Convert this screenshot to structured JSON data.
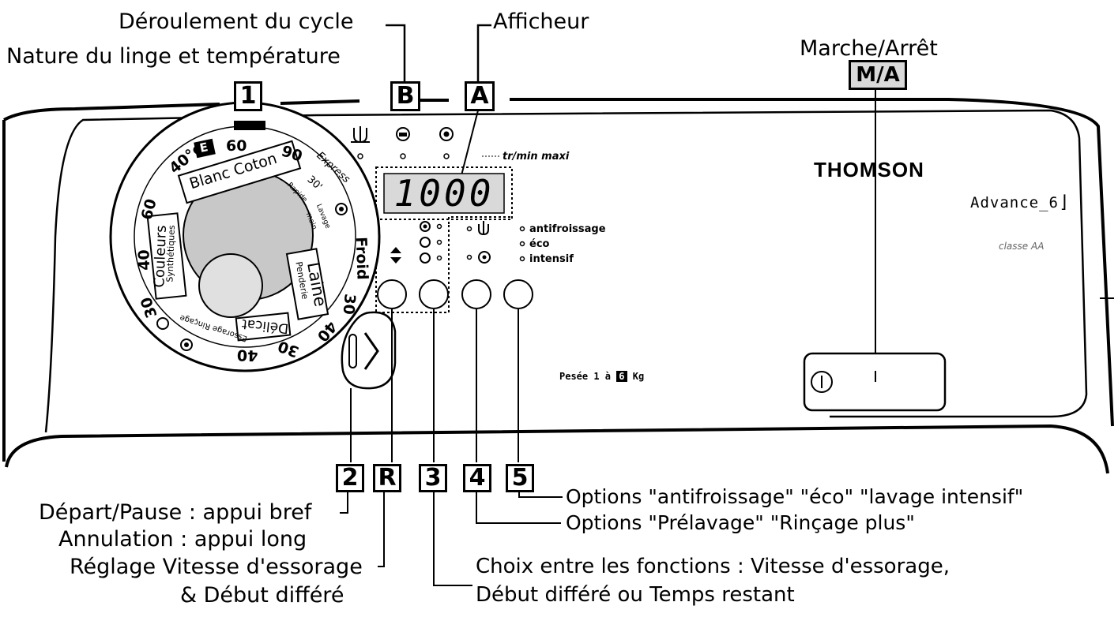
{
  "callouts": {
    "cycle": "Déroulement du cycle",
    "linen": "Nature du linge et température",
    "display": "Afficheur",
    "onoff": "Marche/Arrêt",
    "start_pause": "Départ/Pause : appui bref",
    "cancel": "Annulation : appui long",
    "spin_set_1": "Réglage Vitesse d'essorage",
    "spin_set_2": "& Début différé",
    "options5": "Options \"antifroissage\" \"éco\" \"lavage intensif\"",
    "options4": "Options \"Prélavage\" \"Rinçage plus\"",
    "choice_1": "Choix entre les fonctions : Vitesse d'essorage,",
    "choice_2": "Début différé ou Temps restant"
  },
  "markers": {
    "one": "1",
    "b": "B",
    "a": "A",
    "ma": "M/A",
    "two": "2",
    "r": "R",
    "three": "3",
    "four": "4",
    "five": "5"
  },
  "panel": {
    "brand": "THOMSON",
    "model": "Advance_6",
    "class_label": "classe AA",
    "display_value": "1000",
    "spin_unit": "tr/min maxi",
    "option_labels": [
      "antifroissage",
      "éco",
      "intensif"
    ],
    "weigh_label_1": "Pesée",
    "weigh_label_2": "1 à",
    "weigh_value": "6",
    "weigh_unit": "Kg"
  },
  "dial": {
    "e_badge": "E",
    "temps": {
      "t40c": "40°c",
      "t60": "60",
      "t90": "90",
      "c60": "60",
      "c40": "40",
      "c30": "30",
      "w30": "30",
      "w40": "40",
      "d30": "30",
      "d40": "40"
    },
    "programs": {
      "blanc_coton": "Blanc Coton",
      "express_1": "Express",
      "express_2": "30'",
      "rapide": "Rapide",
      "lavage_main_1": "Lavage",
      "lavage_main_2": "main",
      "froid": "Froid",
      "laine_1": "Laine",
      "laine_2": "Penderie",
      "couleurs_1": "Couleurs",
      "couleurs_2": "Synthétiques",
      "delicat": "Délicat",
      "essorage_rincage": "Essorage Rinçage"
    }
  },
  "colors": {
    "ink": "#000000",
    "panel": "#ffffff",
    "display": "#d9d9d9",
    "dial": "#c8c8c8"
  }
}
